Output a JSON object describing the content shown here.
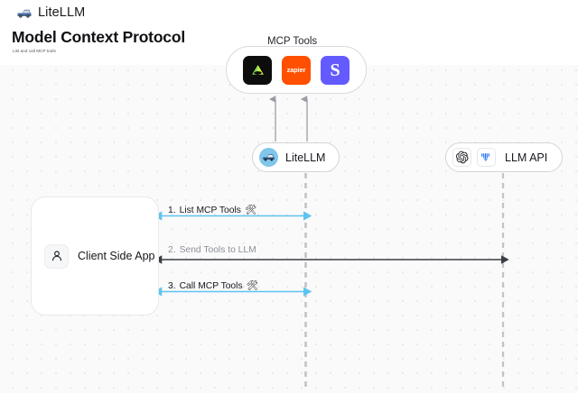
{
  "brand": {
    "name": "LiteLLM",
    "logo_icon": "litellm-truck-logo"
  },
  "header": {
    "title": "Model Context Protocol",
    "subtitle": "List and call MCP tools"
  },
  "diagram": {
    "type": "sequence-diagram",
    "mcp_tools": {
      "label": "MCP Tools",
      "tools": [
        {
          "name": "linear",
          "icon": "linear-triangle-icon",
          "text": "",
          "bg": "#0d0d0d",
          "fg": "#7ee243"
        },
        {
          "name": "zapier",
          "icon": "zapier-icon",
          "text": "zapier",
          "bg": "#ff4f00",
          "fg": "#ffffff"
        },
        {
          "name": "stripe",
          "icon": "stripe-s-icon",
          "text": "S",
          "bg": "#635bff",
          "fg": "#ffffff"
        }
      ]
    },
    "nodes": [
      {
        "id": "litellm",
        "label": "LiteLLM",
        "icon": "litellm-avatar-icon"
      },
      {
        "id": "llm_api",
        "label": "LLM API",
        "icons": [
          "openai-icon",
          "vertex-ai-icon"
        ]
      },
      {
        "id": "client",
        "label": "Client Side App",
        "icon": "user-icon"
      }
    ],
    "steps": [
      {
        "number": "1.",
        "text": "List MCP Tools",
        "emoji": "🛠",
        "color": "#15171c",
        "arrow_color": "#5fc4f0",
        "direction": "both"
      },
      {
        "number": "2.",
        "text": "Send Tools to LLM",
        "emoji": "",
        "color": "#8b9098",
        "arrow_color": "#3a3d42",
        "direction": "both"
      },
      {
        "number": "3.",
        "text": "Call MCP Tools",
        "emoji": "🛠",
        "color": "#15171c",
        "arrow_color": "#5fc4f0",
        "direction": "both"
      }
    ],
    "colors": {
      "canvas_bg": "#fafafa",
      "dot_grid": "#e3e4e8",
      "lifeline": "#c2c4c9",
      "accent_blue": "#5fc4f0"
    }
  }
}
